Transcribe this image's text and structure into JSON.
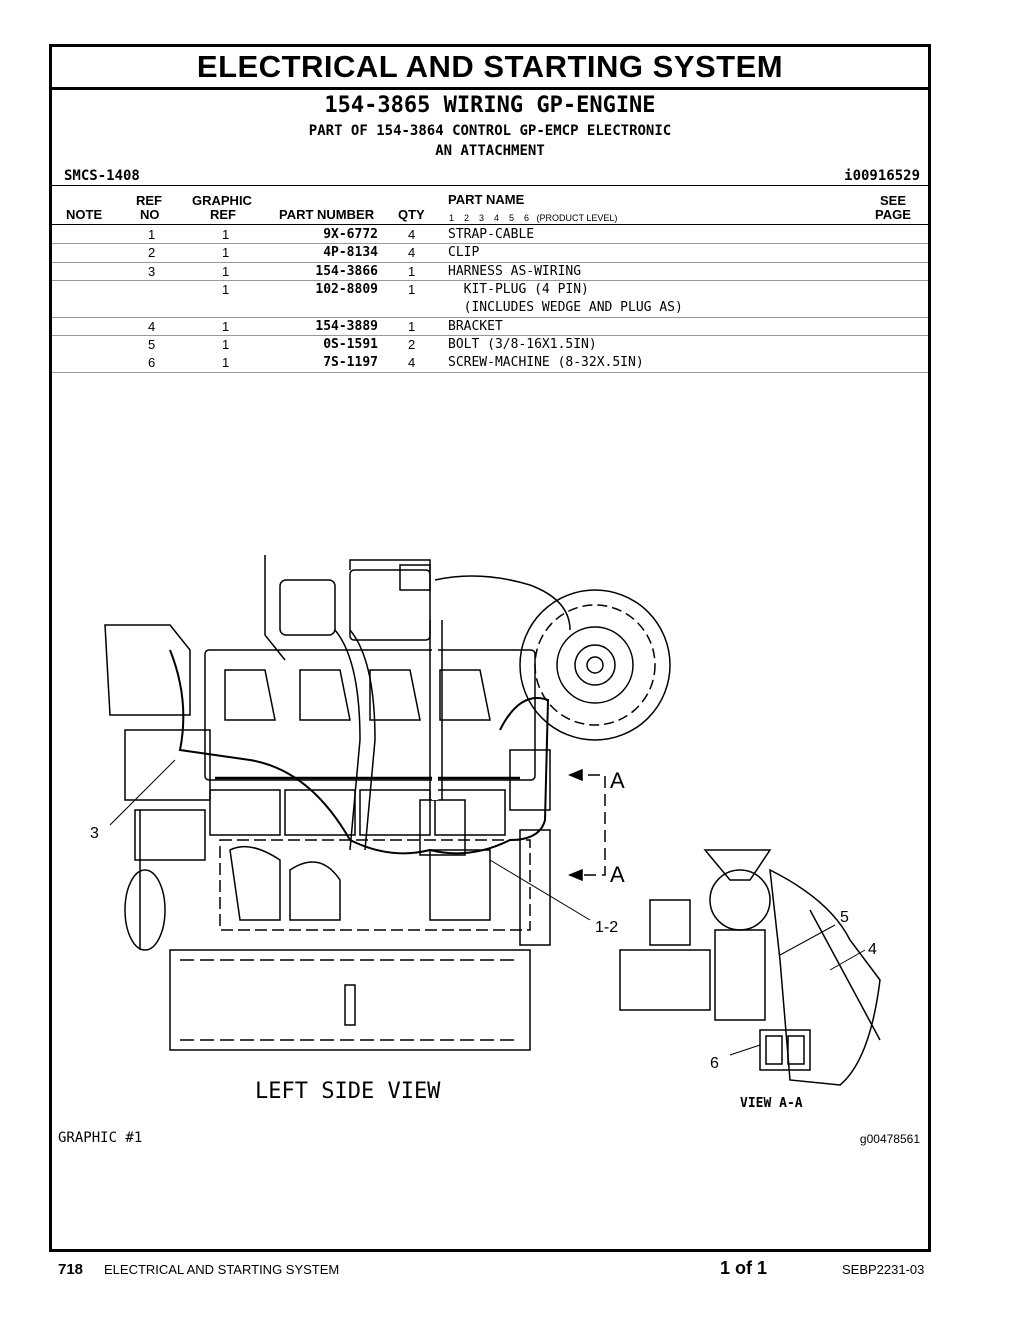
{
  "header": {
    "section_title": "ELECTRICAL AND STARTING SYSTEM",
    "group_title": "154-3865 WIRING GP-ENGINE",
    "part_of": "PART OF 154-3864 CONTROL GP-EMCP ELECTRONIC",
    "attachment": "AN ATTACHMENT",
    "smcs": "SMCS-1408",
    "illustration_id": "i00916529"
  },
  "table": {
    "headers": {
      "note": "NOTE",
      "ref_top": "REF",
      "ref_bottom": "NO",
      "graphic_top": "GRAPHIC",
      "graphic_bottom": "REF",
      "part_number": "PART NUMBER",
      "qty": "QTY",
      "part_name": "PART NAME",
      "product_level": "1    2    3    4    5    6   (PRODUCT LEVEL)",
      "see_top": "SEE",
      "see_bottom": "PAGE"
    },
    "rows": [
      {
        "note": "",
        "ref": "1",
        "graphic": "1",
        "part_number": "9X-6772",
        "qty": "4",
        "name": "STRAP-CABLE"
      },
      {
        "note": "",
        "ref": "2",
        "graphic": "1",
        "part_number": "4P-8134",
        "qty": "4",
        "name": "CLIP"
      },
      {
        "note": "",
        "ref": "3",
        "graphic": "1",
        "part_number": "154-3866",
        "qty": "1",
        "name": "HARNESS AS-WIRING"
      },
      {
        "note": "",
        "ref": "",
        "graphic": "1",
        "part_number": "102-8809",
        "qty": "1",
        "name": "  KIT-PLUG (4 PIN)"
      },
      {
        "note": "",
        "ref": "",
        "graphic": "",
        "part_number": "",
        "qty": "",
        "name": "  (INCLUDES WEDGE AND PLUG AS)"
      },
      {
        "note": "",
        "ref": "4",
        "graphic": "1",
        "part_number": "154-3889",
        "qty": "1",
        "name": "BRACKET"
      },
      {
        "note": "",
        "ref": "5",
        "graphic": "1",
        "part_number": "0S-1591",
        "qty": "2",
        "name": "BOLT (3/8-16X1.5IN)"
      },
      {
        "note": "",
        "ref": "6",
        "graphic": "1",
        "part_number": "7S-1197",
        "qty": "4",
        "name": "SCREW-MACHINE (8-32X.5IN)"
      }
    ]
  },
  "drawing": {
    "view_left": "LEFT SIDE VIEW",
    "view_detail": "VIEW A-A",
    "section_letter": "A",
    "callout_3": "3",
    "callout_12": "1-2",
    "callout_4": "4",
    "callout_5": "5",
    "callout_6": "6"
  },
  "graphic": {
    "label": "GRAPHIC #1",
    "id": "g00478561"
  },
  "footer": {
    "page_number": "718",
    "section": "ELECTRICAL AND STARTING SYSTEM",
    "page_of": "1 of 1",
    "doc_id": "SEBP2231-03"
  }
}
